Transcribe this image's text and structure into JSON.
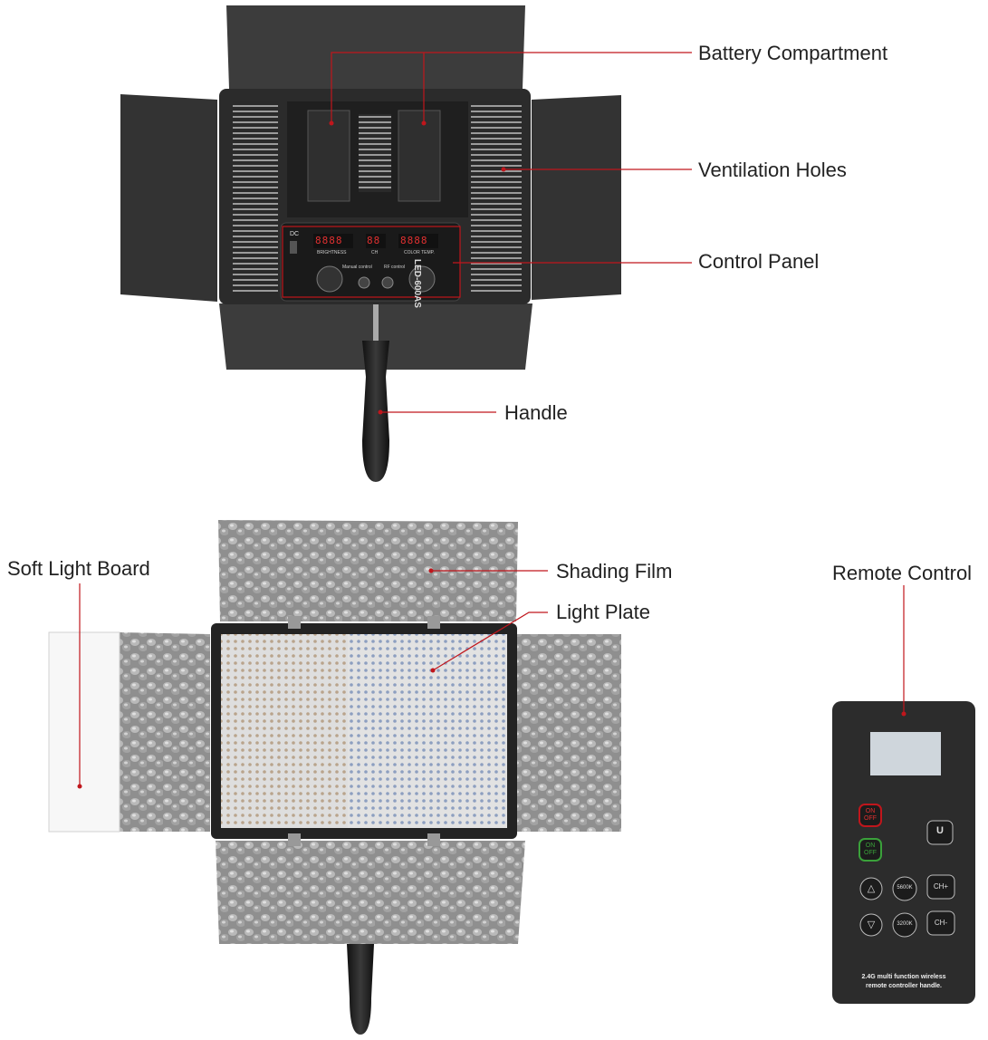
{
  "labels": {
    "battery": "Battery Compartment",
    "ventilation": "Ventilation Holes",
    "control_panel": "Control Panel",
    "handle": "Handle",
    "soft_light_board": "Soft Light Board",
    "shading_film": "Shading Film",
    "light_plate": "Light Plate",
    "remote_control": "Remote Control"
  },
  "panel": {
    "dc": "DC",
    "model": "LED-600AS",
    "brightness": "BRIGHTNESS",
    "ch": "CH",
    "color_temp": "COLOR TEMP.",
    "manual_control": "Manual control",
    "rf_control": "RF control",
    "digits_brightness": "8888",
    "digits_ch": "88",
    "digits_temp": "8888"
  },
  "remote": {
    "on_off_red": "ON OFF",
    "on_off_green": "ON OFF",
    "u": "U",
    "up": "△",
    "down": "▽",
    "k5600": "5600K",
    "k3200": "3200K",
    "ch_plus": "CH+",
    "ch_minus": "CH-",
    "footer_line1": "2.4G multi function wireless",
    "footer_line2": "remote controller handle."
  },
  "colors": {
    "callout_line": "#c0161c",
    "body_dark": "#2b2b2b",
    "barn_door": "#3a3a3a",
    "led_digits": "#e03030"
  }
}
